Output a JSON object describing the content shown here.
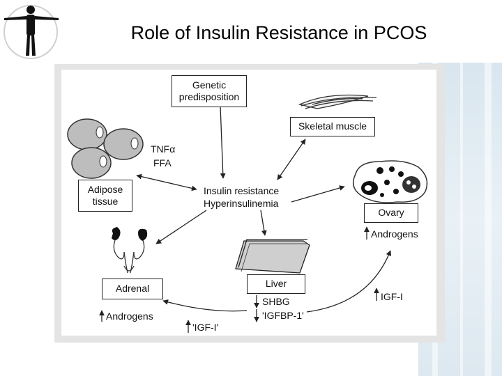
{
  "slide": {
    "title": "Role of Insulin Resistance in PCOS"
  },
  "diagram": {
    "genetic": {
      "line1": "Genetic",
      "line2": "predisposition"
    },
    "skeletal": "Skeletal muscle",
    "tnf": "TNFα",
    "ffa": "FFA",
    "adipose": {
      "line1": "Adipose",
      "line2": "tissue"
    },
    "center": {
      "line1": "Insulin resistance",
      "line2": "Hyperinsulinemia"
    },
    "ovary": "Ovary",
    "ovary_androgens": "Androgens",
    "liver": "Liver",
    "adrenal": "Adrenal",
    "adrenal_androgens": "Androgens",
    "shbg": "SHBG",
    "igfbp": "'IGFBP-1'",
    "igf_adrenal": "'IGF-I'",
    "igf_ovary": "IGF-I"
  }
}
